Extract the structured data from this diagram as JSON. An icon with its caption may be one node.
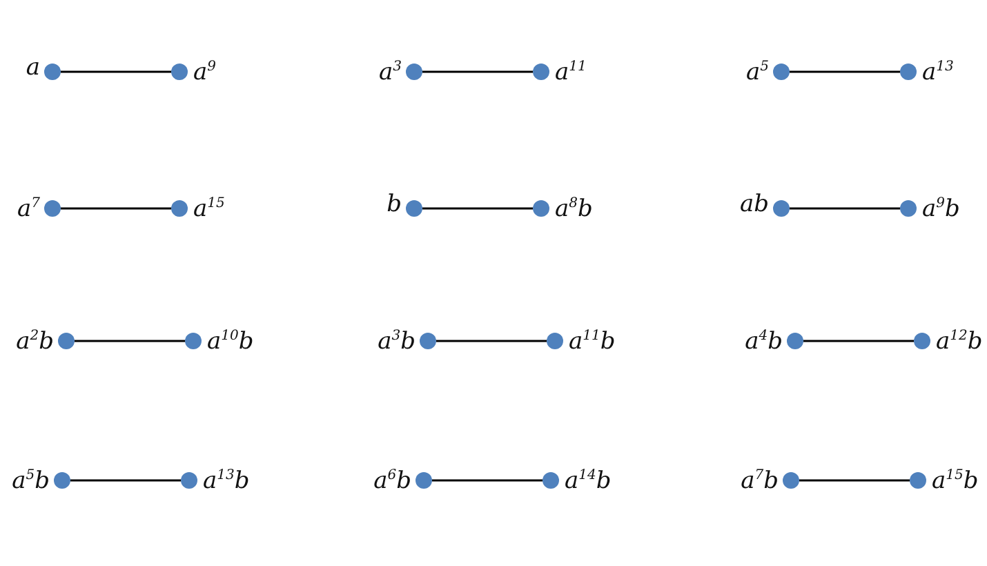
{
  "diagram": {
    "nodes": [
      {
        "text": [],
        "shape": "circle",
        "beside": [
          "a"
        ]
      },
      {
        "text": [],
        "shape": "circle",
        "beside": [
          "a$^{9}$"
        ]
      },
      {
        "text": [],
        "shape": "circle",
        "beside": [
          "a$^{3}$"
        ]
      },
      {
        "text": [],
        "shape": "circle",
        "beside": [
          "a$^{11}$"
        ]
      },
      {
        "text": [],
        "shape": "circle",
        "beside": [
          "a$^{5}$"
        ]
      },
      {
        "text": [],
        "shape": "circle",
        "beside": [
          "a$^{13}$"
        ]
      },
      {
        "text": [],
        "shape": "circle",
        "beside": [
          "a$^{7}$"
        ]
      },
      {
        "text": [],
        "shape": "circle",
        "beside": [
          "a$^{15}$"
        ]
      },
      {
        "text": [],
        "shape": "circle",
        "beside": [
          "b"
        ]
      },
      {
        "text": [],
        "shape": "circle",
        "beside": [
          "a$^{8}$b"
        ]
      },
      {
        "text": [],
        "shape": "circle",
        "beside": [
          "ab"
        ]
      },
      {
        "text": [],
        "shape": "circle",
        "beside": [
          "a$^{9}$b"
        ]
      },
      {
        "text": [],
        "shape": "circle",
        "beside": [
          "a$^{2}$b"
        ]
      },
      {
        "text": [],
        "shape": "circle",
        "beside": [
          "a$^{10}$b"
        ]
      },
      {
        "text": [],
        "shape": "circle",
        "beside": [
          "a$^{3}$b"
        ]
      },
      {
        "text": [],
        "shape": "circle",
        "beside": [
          "a$^{11}$b"
        ]
      },
      {
        "text": [],
        "shape": "circle",
        "beside": [
          "a$^{4}$b"
        ]
      },
      {
        "text": [],
        "shape": "circle",
        "beside": [
          "a$^{12}$b"
        ]
      },
      {
        "text": [],
        "shape": "circle",
        "beside": [
          "a$^{5}$b"
        ]
      },
      {
        "text": [],
        "shape": "circle",
        "beside": [
          "a$^{13}$b"
        ]
      },
      {
        "text": [],
        "shape": "circle",
        "beside": [
          "a$^{6}$b"
        ]
      },
      {
        "text": [],
        "shape": "circle",
        "beside": [
          "a$^{14}$b"
        ]
      },
      {
        "text": [],
        "shape": "circle",
        "beside": [
          "a$^{7}$b"
        ]
      },
      {
        "text": [],
        "shape": "circle",
        "beside": [
          "a$^{15}$b"
        ]
      }
    ],
    "edges": [
      {
        "from": 0,
        "to": 1,
        "arrow": "none"
      },
      {
        "from": 2,
        "to": 3,
        "arrow": "none"
      },
      {
        "from": 4,
        "to": 5,
        "arrow": "none"
      },
      {
        "from": 6,
        "to": 7,
        "arrow": "none"
      },
      {
        "from": 8,
        "to": 9,
        "arrow": "none"
      },
      {
        "from": 10,
        "to": 11,
        "arrow": "none"
      },
      {
        "from": 12,
        "to": 13,
        "arrow": "none"
      },
      {
        "from": 14,
        "to": 15,
        "arrow": "none"
      },
      {
        "from": 16,
        "to": 17,
        "arrow": "none"
      },
      {
        "from": 18,
        "to": 19,
        "arrow": "none"
      },
      {
        "from": 20,
        "to": 21,
        "arrow": "none"
      },
      {
        "from": 22,
        "to": 23,
        "arrow": "none"
      }
    ]
  }
}
